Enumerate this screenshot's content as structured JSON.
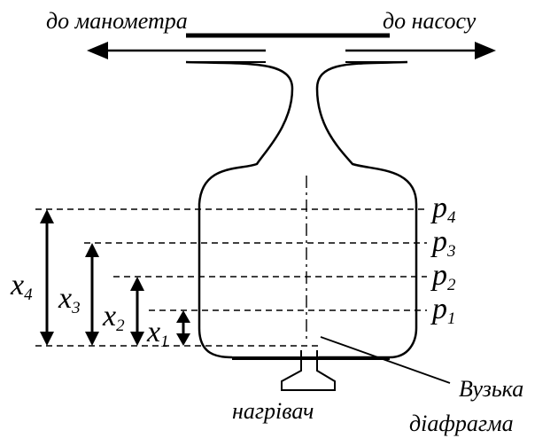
{
  "labels": {
    "to_manometer": "до манометра",
    "to_pump": "до насосу",
    "heater": "нагрівач",
    "narrow_diaphragm_line1": "Вузька",
    "narrow_diaphragm_line2": "діафрагма"
  },
  "pressure_levels": [
    {
      "symbol": "p",
      "index": "4"
    },
    {
      "symbol": "p",
      "index": "3"
    },
    {
      "symbol": "p",
      "index": "2"
    },
    {
      "symbol": "p",
      "index": "1"
    }
  ],
  "height_markers": [
    {
      "symbol": "x",
      "index": "4"
    },
    {
      "symbol": "x",
      "index": "3"
    },
    {
      "symbol": "x",
      "index": "2"
    },
    {
      "symbol": "x",
      "index": "1"
    }
  ]
}
